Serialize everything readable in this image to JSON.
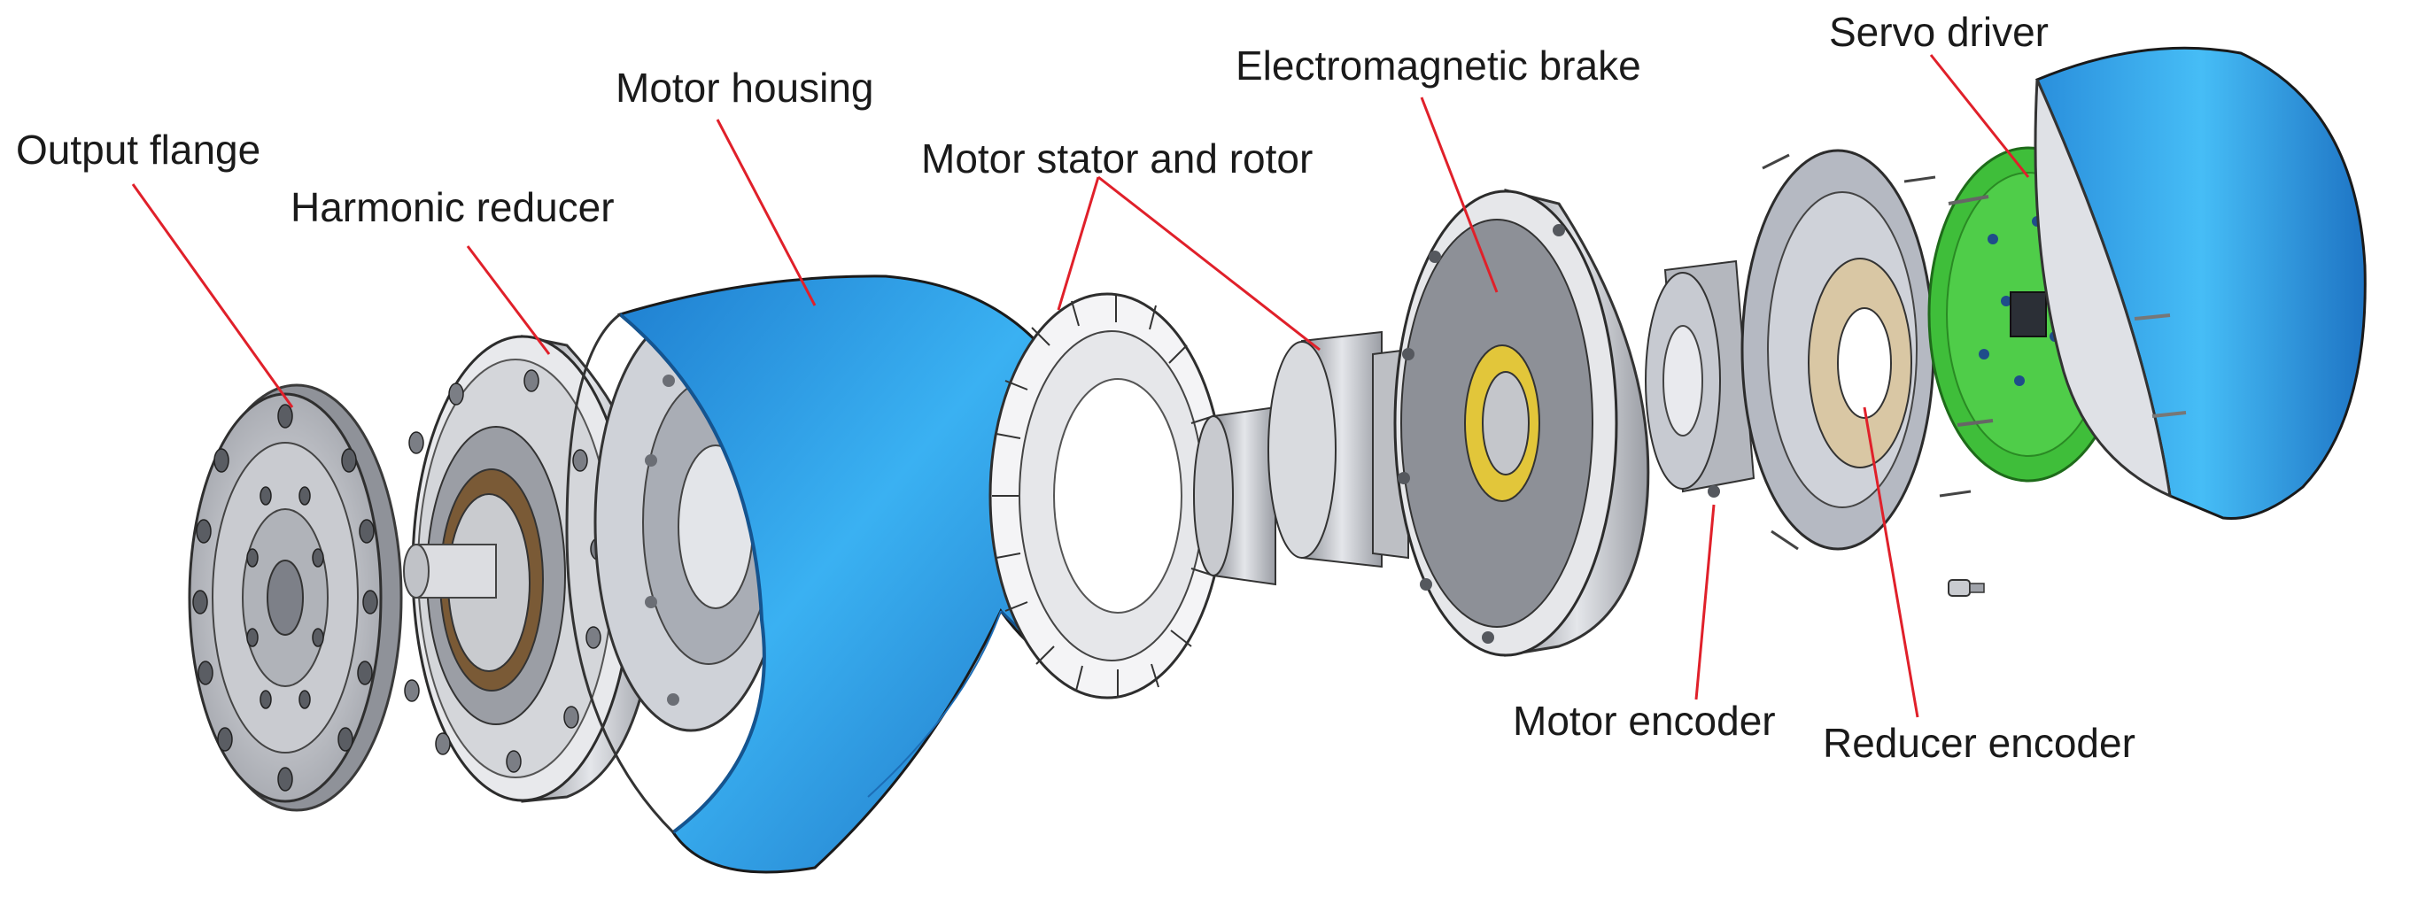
{
  "labels": {
    "output_flange": "Output flange",
    "harmonic_reducer": "Harmonic reducer",
    "motor_housing": "Motor housing",
    "motor_stator_rotor": "Motor stator and rotor",
    "electromagnetic_brake": "Electromagnetic brake",
    "servo_driver": "Servo driver",
    "motor_encoder": "Motor encoder",
    "reducer_encoder": "Reducer encoder"
  },
  "colors": {
    "housing_blue": "#2f9ee8",
    "pcb_green": "#3fbe3a",
    "leader_red": "#e0202a",
    "metal_grey": "#b9bcc2"
  }
}
